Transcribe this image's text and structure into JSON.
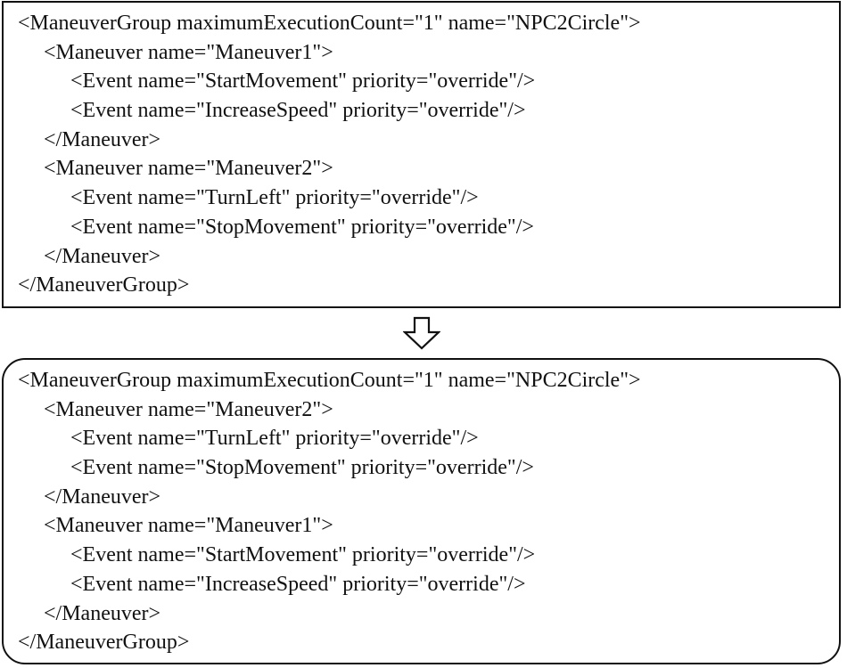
{
  "top_block": {
    "lines": [
      "<ManeuverGroup maximumExecutionCount=\"1\" name=\"NPC2Circle\">",
      "<Maneuver name=\"Maneuver1\">",
      "<Event name=\"StartMovement\" priority=\"override\"/>",
      "<Event name=\"IncreaseSpeed\" priority=\"override\"/>",
      "</Maneuver>",
      "<Maneuver name=\"Maneuver2\">",
      "<Event name=\"TurnLeft\" priority=\"override\"/>",
      "<Event name=\"StopMovement\" priority=\"override\"/>",
      "</Maneuver>",
      "</ManeuverGroup>"
    ]
  },
  "arrow": {
    "icon": "hollow-down-arrow-icon"
  },
  "bottom_block": {
    "lines": [
      "<ManeuverGroup maximumExecutionCount=\"1\" name=\"NPC2Circle\">",
      "<Maneuver name=\"Maneuver2\">",
      "<Event name=\"TurnLeft\" priority=\"override\"/>",
      "<Event name=\"StopMovement\" priority=\"override\"/>",
      "</Maneuver>",
      "<Maneuver name=\"Maneuver1\">",
      "<Event name=\"StartMovement\" priority=\"override\"/>",
      "<Event name=\"IncreaseSpeed\" priority=\"override\"/>",
      "</Maneuver>",
      "</ManeuverGroup>"
    ]
  }
}
